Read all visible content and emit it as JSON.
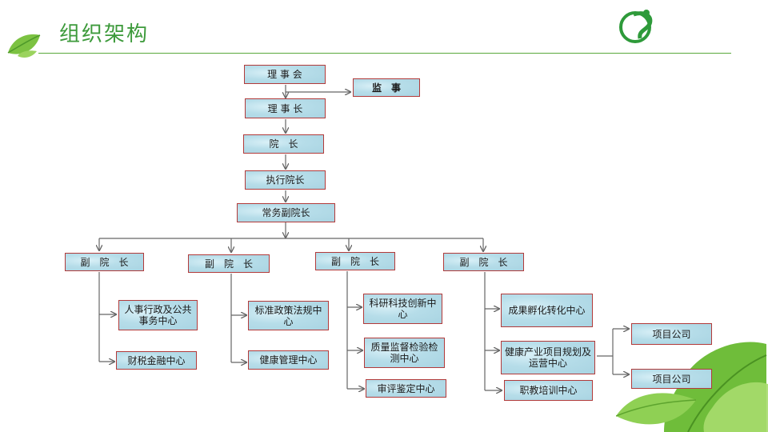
{
  "title": "组织架构",
  "logo": {
    "icon": "organization-logo-icon",
    "color": "#2e9a3a"
  },
  "colors": {
    "accent": "#3d9a3b",
    "box_border": "#b23a3a",
    "box_fill": "#b6dde9",
    "connector": "#666666"
  },
  "nodes": {
    "board": "理 事 会",
    "supervisor": "监　事",
    "chairman": "理 事 长",
    "president": "院　长",
    "executive_president": "执行院长",
    "standing_vp": "常务副院长",
    "vp1": "副　院　长",
    "vp2": "副　院　长",
    "vp3": "副　院　长",
    "vp4": "副　院　长",
    "hr_center": "人事行政及公共事务中心",
    "finance_center": "财税金融中心",
    "standards_center": "标准政策法规中心",
    "health_mgmt_center": "健康管理中心",
    "research_center": "科研科技创新中心",
    "quality_center": "质量监督检验检测中心",
    "review_center": "审评鉴定中心",
    "incubation_center": "成果孵化转化中心",
    "industry_center": "健康产业项目规划及运营中心",
    "training_center": "职教培训中心",
    "project_company_1": "项目公司",
    "project_company_2": "项目公司"
  }
}
